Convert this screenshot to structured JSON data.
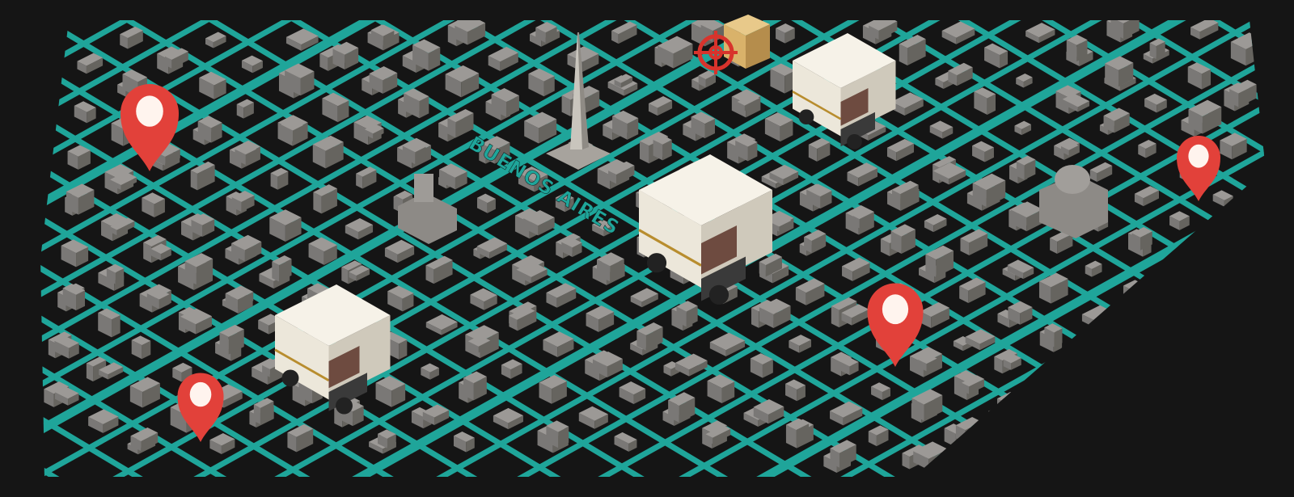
{
  "map": {
    "city_label": "BUENOS AIRES",
    "colors": {
      "background": "#151515",
      "road": "#1fa59a",
      "building_top": "#9c9996",
      "building_left": "#7a7876",
      "building_right": "#66645f",
      "pin": "#e2413a",
      "van_body": "#ece7da",
      "package": "#d9b26a",
      "target": "#d8332c"
    },
    "markers": [
      {
        "type": "location-pin"
      },
      {
        "type": "location-pin"
      },
      {
        "type": "location-pin"
      },
      {
        "type": "location-pin"
      }
    ],
    "vehicles": [
      {
        "type": "delivery-van"
      },
      {
        "type": "delivery-van"
      },
      {
        "type": "delivery-van"
      }
    ],
    "landmarks": [
      {
        "type": "obelisk"
      },
      {
        "type": "domed-building"
      },
      {
        "type": "government-building"
      }
    ],
    "destination": {
      "type": "package-target"
    }
  }
}
